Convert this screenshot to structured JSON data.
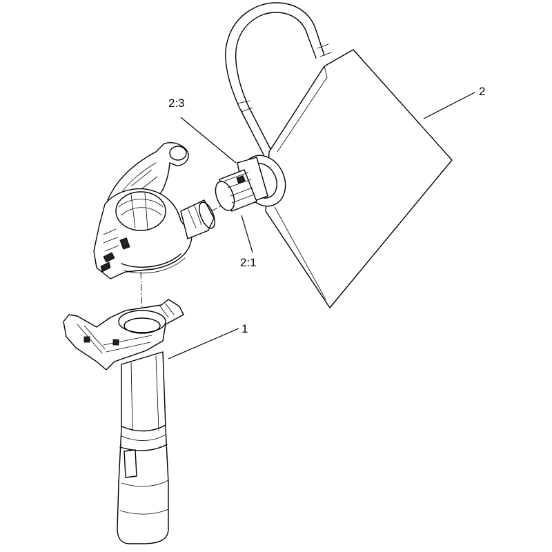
{
  "diagram": {
    "labels": {
      "part_1": "1",
      "part_2": "2",
      "part_2_1": "2:1",
      "part_2_3": "2:3"
    }
  }
}
